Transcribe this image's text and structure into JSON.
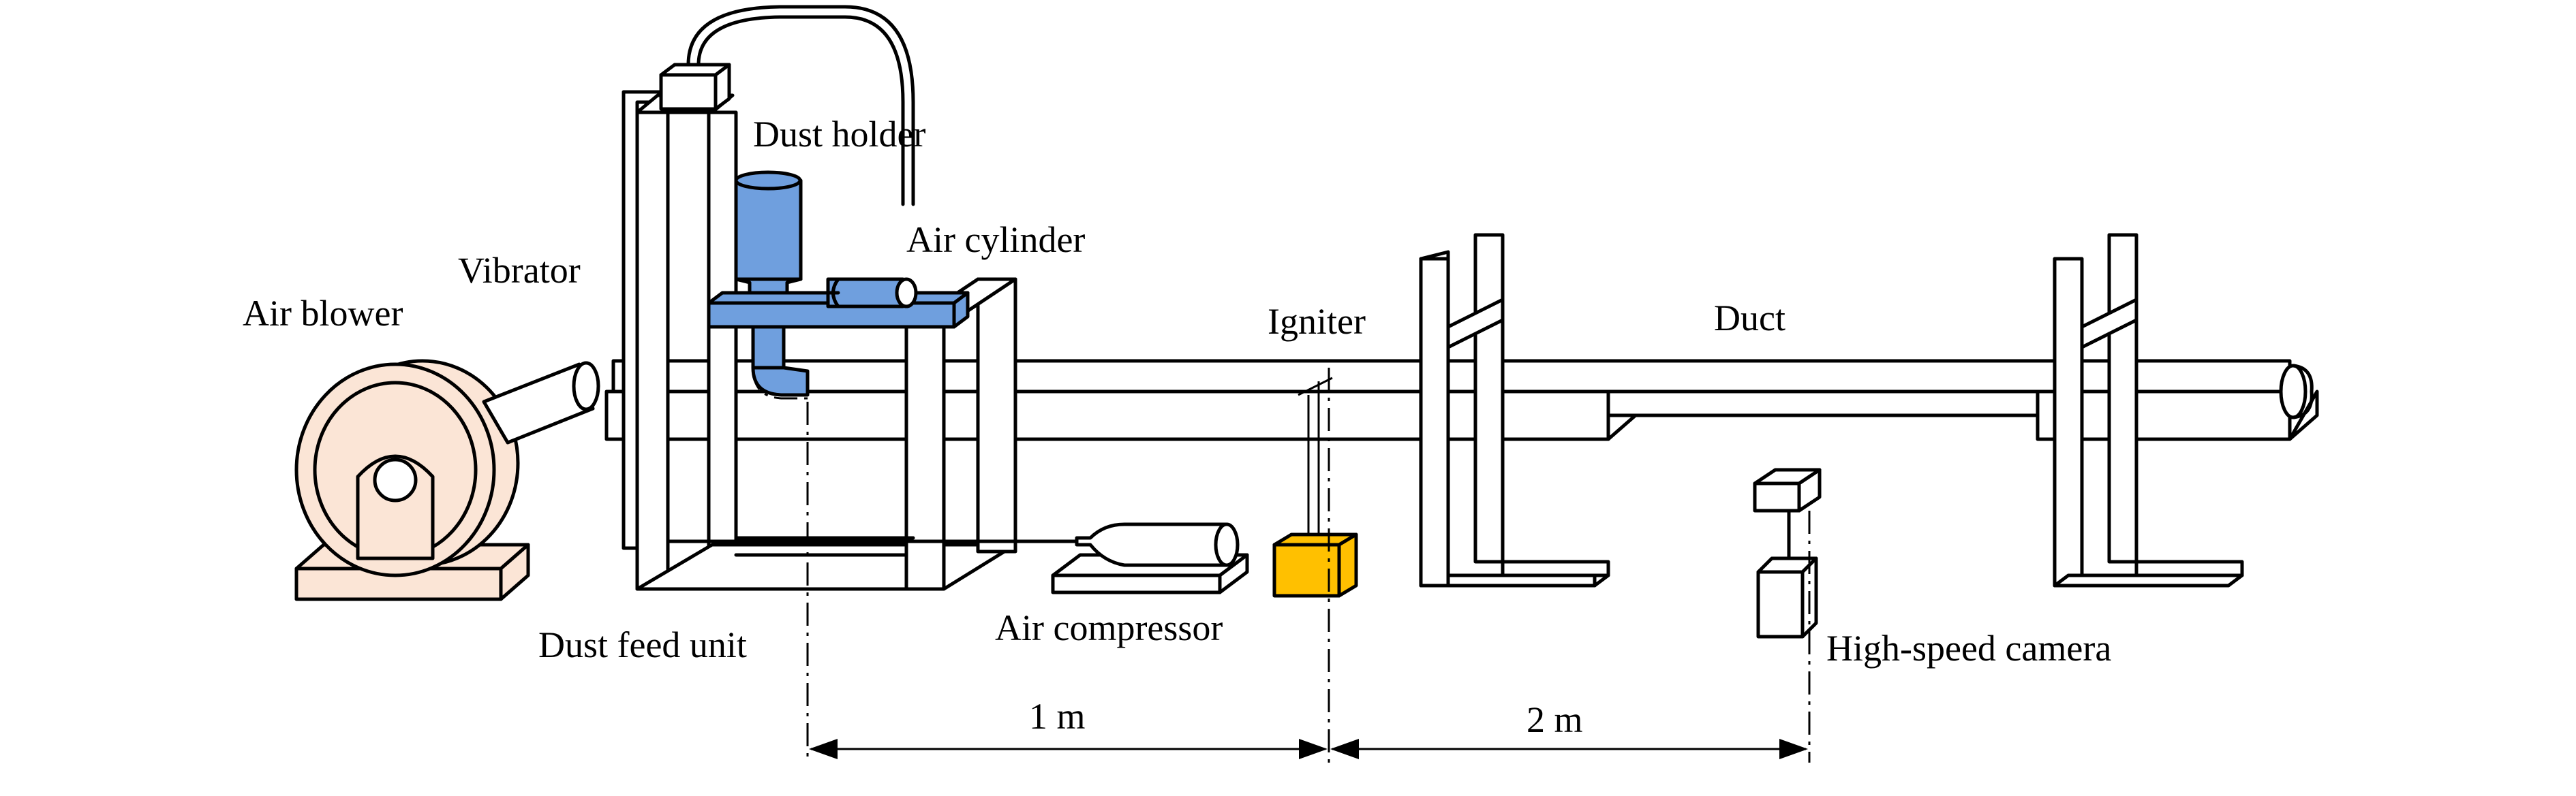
{
  "labels": {
    "dust_holder": "Dust holder",
    "vibrator": "Vibrator",
    "air_cylinder": "Air cylinder",
    "air_blower": "Air blower",
    "igniter": "Igniter",
    "duct": "Duct",
    "dust_feed_unit": "Dust feed unit",
    "air_compressor": "Air compressor",
    "high_speed_camera": "High-speed camera"
  },
  "dimensions": {
    "first": "1 m",
    "second": "2 m"
  },
  "colors": {
    "blower": "#fbe5d6",
    "feeder": "#6f9fde",
    "igniter_box": "#ffc000",
    "line": "#000000"
  }
}
